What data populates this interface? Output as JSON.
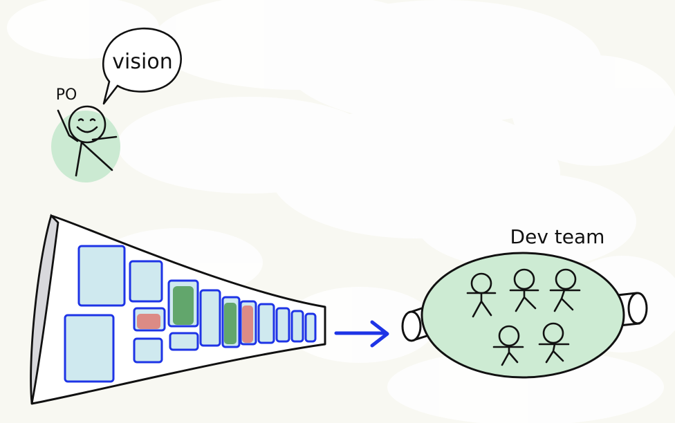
{
  "labels": {
    "vision": "vision",
    "po": "PO",
    "dev_team": "Dev team"
  },
  "colors": {
    "background": "#f8f8f2",
    "cloud": "#ffffff",
    "ink": "#111111",
    "po_halo": "#cbead2",
    "team_fill": "#cdebd3",
    "backlog_outline": "#1e34e6",
    "backlog_card_fill": "#cfe9ef",
    "card_red": "#de7a72",
    "card_green": "#4f9a55",
    "arrow": "#1e34e6"
  },
  "icons": {
    "arrow": "right-arrow-icon",
    "po": "stick-figure-icon",
    "team": "team-member-icon"
  }
}
